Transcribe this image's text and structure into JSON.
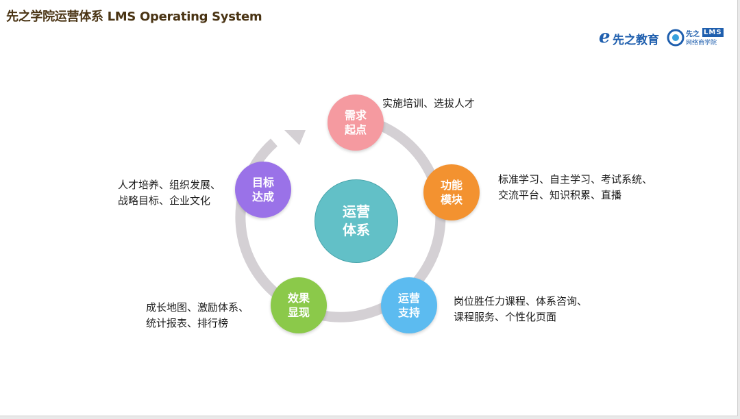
{
  "title": "先之学院运营体系 LMS Operating System",
  "logo": {
    "brand1": "先之教育",
    "brand2_top": "先之",
    "brand2_box": "LMS",
    "brand2_bottom": "网络商学院"
  },
  "center": {
    "label": "运营体系",
    "color": "#62c0c7"
  },
  "nodes": [
    {
      "label": "需求起点",
      "color": "#f59aa0",
      "desc_lines": [
        "实施培训、选拔人才"
      ]
    },
    {
      "label": "功能模块",
      "color": "#f39230",
      "desc_lines": [
        "标准学习、自主学习、考试系统、",
        "交流平台、知识积累、直播"
      ]
    },
    {
      "label": "运营支持",
      "color": "#5cbbf0",
      "desc_lines": [
        "岗位胜任力课程、体系咨询、",
        "课程服务、个性化页面"
      ]
    },
    {
      "label": "效果显现",
      "color": "#8bc94a",
      "desc_lines": [
        "成长地图、激励体系、",
        "统计报表、排行榜"
      ]
    },
    {
      "label": "目标达成",
      "color": "#9a72e8",
      "desc_lines": [
        "人才培养、组织发展、",
        "战略目标、企业文化"
      ]
    }
  ],
  "ring_color": "#d4d0d4"
}
